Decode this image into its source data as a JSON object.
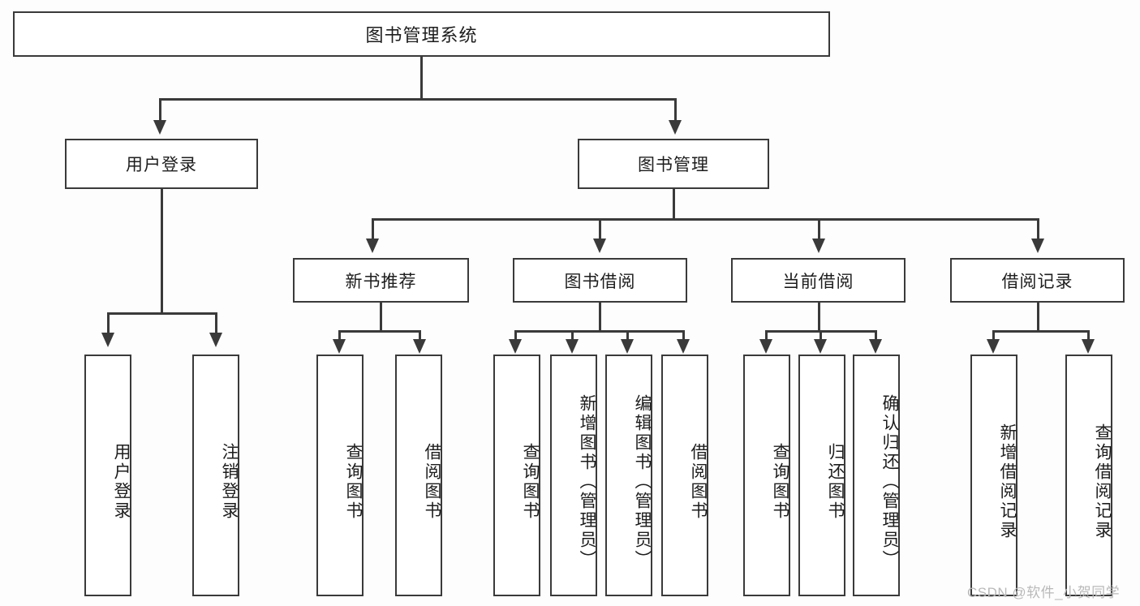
{
  "diagram": {
    "type": "tree-hierarchy-functional-decomposition",
    "root": {
      "label": "图书管理系统"
    },
    "level1": [
      {
        "label": "用户登录"
      },
      {
        "label": "图书管理"
      }
    ],
    "level2": [
      {
        "label": "新书推荐",
        "parent": "图书管理"
      },
      {
        "label": "图书借阅",
        "parent": "图书管理"
      },
      {
        "label": "当前借阅",
        "parent": "图书管理"
      },
      {
        "label": "借阅记录",
        "parent": "图书管理"
      }
    ],
    "leaves": {
      "user_login": [
        {
          "label": "用户登录"
        },
        {
          "label": "注销登录"
        }
      ],
      "new_book_recommend": [
        {
          "label": "查询图书"
        },
        {
          "label": "借阅图书"
        }
      ],
      "book_borrow": [
        {
          "label": "查询图书"
        },
        {
          "label": "新增图书（管理员）"
        },
        {
          "label": "编辑图书（管理员）"
        },
        {
          "label": "借阅图书"
        }
      ],
      "current_borrow": [
        {
          "label": "查询图书"
        },
        {
          "label": "归还图书"
        },
        {
          "label": "确认归还（管理员）"
        }
      ],
      "borrow_record": [
        {
          "label": "新增借阅记录"
        },
        {
          "label": "查询借阅记录"
        }
      ]
    }
  },
  "watermark": {
    "text": "CSDN @软件_小贺同学"
  },
  "colors": {
    "stroke": "#3a3a3a",
    "text": "#1d1d1d",
    "background": "#fdfdfd",
    "box_fill": "#ffffff",
    "watermark": "#b9b9b9"
  }
}
